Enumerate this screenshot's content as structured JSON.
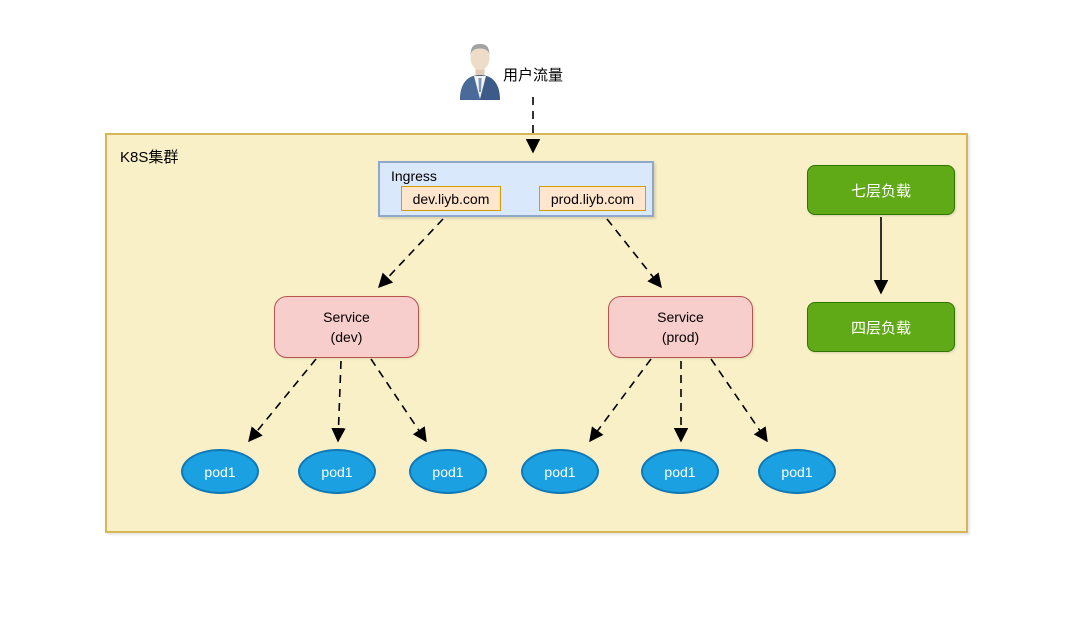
{
  "diagram": {
    "user": {
      "icon": "businessman-avatar-icon",
      "label": "用户流量"
    },
    "cluster": {
      "label": "K8S集群",
      "fill": "#faf0c8",
      "border": "#d6b656"
    },
    "ingress": {
      "label": "Ingress",
      "fill": "#dae8fc",
      "hosts": [
        {
          "label": "dev.liyb.com",
          "fill": "#ffe6cc",
          "border": "#d79b00"
        },
        {
          "label": "prod.liyb.com",
          "fill": "#ffe6cc",
          "border": "#d79b00"
        }
      ]
    },
    "services": [
      {
        "line1": "Service",
        "line2": "(dev)",
        "fill": "#f8cecc",
        "border": "#b85450"
      },
      {
        "line1": "Service",
        "line2": "(prod)",
        "fill": "#f8cecc",
        "border": "#b85450"
      }
    ],
    "pods": [
      {
        "label": "pod1"
      },
      {
        "label": "pod1"
      },
      {
        "label": "pod1"
      },
      {
        "label": "pod1"
      },
      {
        "label": "pod1"
      },
      {
        "label": "pod1"
      }
    ],
    "load_balancers": [
      {
        "label": "七层负载",
        "fill": "#60a917",
        "border": "#2d7600"
      },
      {
        "label": "四层负载",
        "fill": "#60a917",
        "border": "#2d7600"
      }
    ]
  }
}
